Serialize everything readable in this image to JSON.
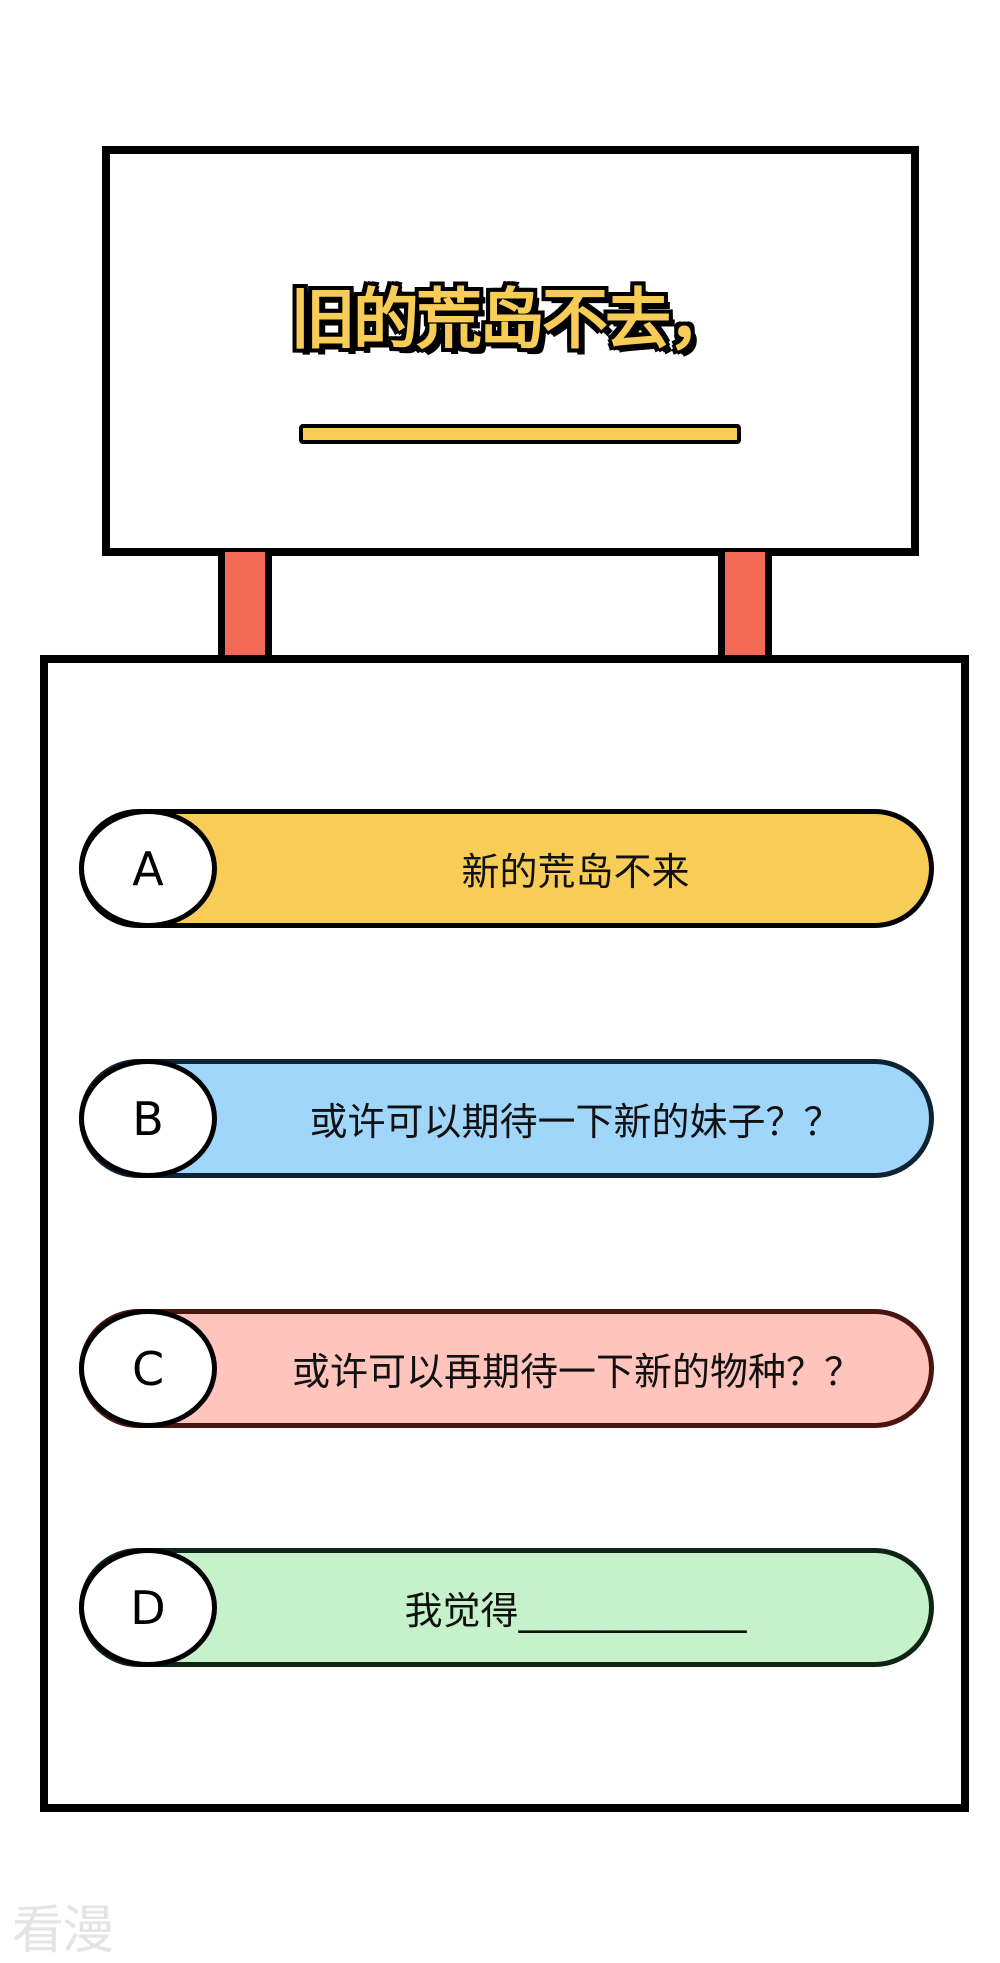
{
  "sign": {
    "title": "旧的荒岛不去，"
  },
  "options": [
    {
      "letter": "A",
      "text": "新的荒岛不来",
      "color": "#f8cd57",
      "border": "#000000"
    },
    {
      "letter": "B",
      "text": "或许可以期待一下新的妹子？？",
      "color": "#a1d6fb",
      "border": "#0f2233"
    },
    {
      "letter": "C",
      "text": "或许可以再期待一下新的物种？？",
      "color": "#ffc4bb",
      "border": "#4a1510"
    },
    {
      "letter": "D",
      "text": "我觉得____________",
      "color": "#c5f2cb",
      "border": "#0f2412"
    }
  ],
  "watermark": "看漫"
}
